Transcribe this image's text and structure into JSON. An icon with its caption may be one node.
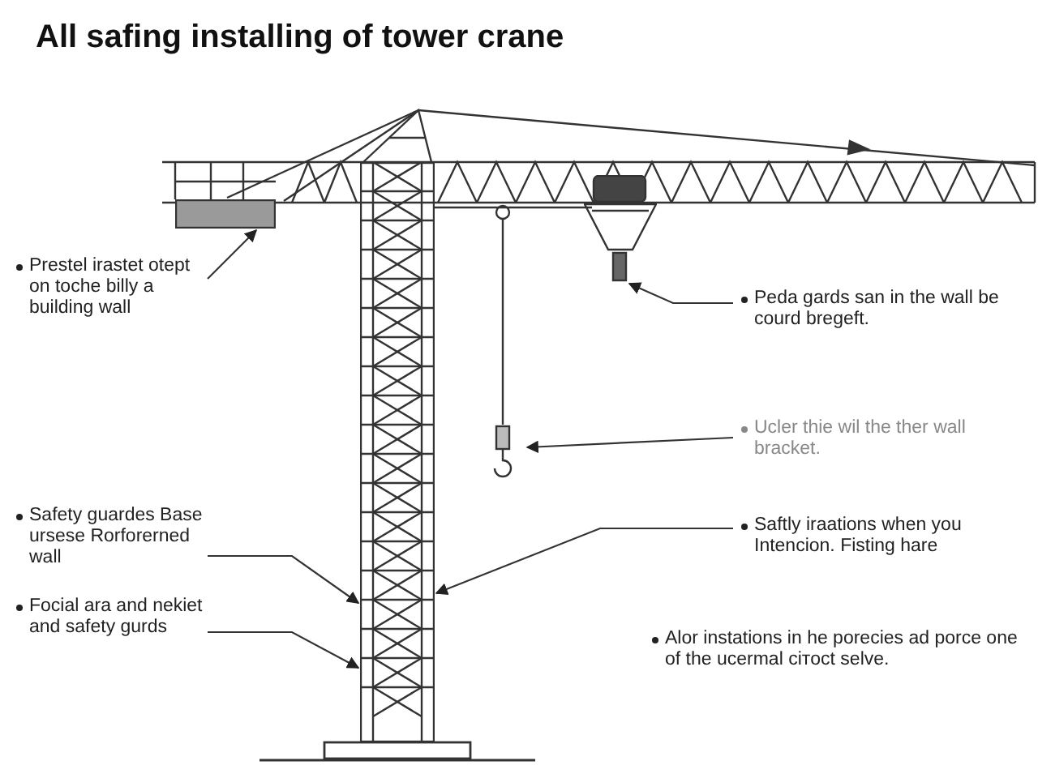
{
  "diagram": {
    "title": "All safing installing of tower crane",
    "nodes": [
      {
        "text": [
          "Prestel irastet otept on tochе billy a building wall"
        ]
      },
      {
        "text": [],
        "shape": "box"
      },
      {
        "text": [],
        "shape": "picture"
      },
      {
        "text": [
          "Peda gards san in the wall be courd bregeft."
        ]
      },
      {
        "text": [
          "Ucler thie wil the ther wall bracket."
        ]
      },
      {
        "text": [],
        "shape": "picture"
      },
      {
        "text": [],
        "shape": "picture"
      },
      {
        "text": [
          "Safety guardes Base ursese Rorforerned wall"
        ]
      },
      {
        "text": [
          "Saftly iraations when you Intencion. Fisting hare"
        ]
      },
      {
        "text": [
          "Focial ara and nekiet and safety gurds"
        ]
      }
    ],
    "edges": [
      {
        "from": 0,
        "to": 1,
        "arrow": "to"
      },
      {
        "from": 3,
        "to": 2,
        "arrow": "to"
      },
      {
        "from": 4,
        "to": 5,
        "arrow": "to"
      },
      {
        "from": 7,
        "to": 6,
        "arrow": "to"
      },
      {
        "from": 8,
        "to": 6,
        "arrow": "to"
      },
      {
        "from": 9,
        "to": 6,
        "arrow": "to"
      }
    ],
    "labels": [
      "Alor instations in he porecies ad porce one of the ucermal ciтoct selve."
    ]
  }
}
